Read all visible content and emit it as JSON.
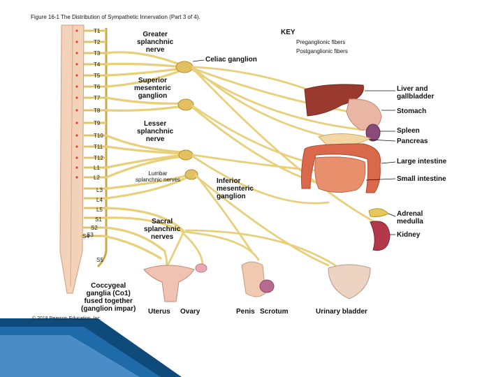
{
  "figure": {
    "caption": "Figure 16-1 The Distribution of Sympathetic Innervation (Part 3 of 4).",
    "copyright": "© 2018 Pearson Education, Inc."
  },
  "key": {
    "title": "KEY",
    "items": [
      {
        "label": "Preganglionic fibers",
        "color": "#d9463a"
      },
      {
        "label": "Postganglionic fibers",
        "color": "#222222"
      }
    ]
  },
  "segments": [
    "T1",
    "T2",
    "T3",
    "T4",
    "T5",
    "T6",
    "T7",
    "T8",
    "T9",
    "T10",
    "T11",
    "T12",
    "L1",
    "L2",
    "L3",
    "L4",
    "L5",
    "S1",
    "S2",
    "S3",
    "S4",
    "S5"
  ],
  "labels": {
    "greater_splanchnic": "Greater\nsplanchnic\nnerve",
    "celiac_ganglion": "Celiac ganglion",
    "superior_mesenteric": "Superior\nmesenteric\nganglion",
    "lesser_splanchnic": "Lesser\nsplanchnic\nnerve",
    "lumbar_splanchnic": "Lumbar\nsplanchnic nerves",
    "inferior_mesenteric": "Inferior\nmesenteric\nganglion",
    "sacral_splanchnic": "Sacral\nsplanchnic\nnerves",
    "coccygeal": "Coccygeal\nganglia (Co1)\nfused together\n(ganglion impar)"
  },
  "organs": {
    "liver": "Liver and\ngallbladder",
    "stomach": "Stomach",
    "spleen": "Spleen",
    "pancreas": "Pancreas",
    "large_intestine": "Large intestine",
    "small_intestine": "Small intestine",
    "adrenal": "Adrenal\nmedulla",
    "kidney": "Kidney",
    "uterus": "Uterus",
    "ovary": "Ovary",
    "penis": "Penis",
    "scrotum": "Scrotum",
    "urinary_bladder": "Urinary bladder"
  },
  "colors": {
    "nerve": "#e8cf7a",
    "nerve_dark": "#c9a74a",
    "cord": "#f0cdb0",
    "slide_accent": "#1a5a8a"
  }
}
